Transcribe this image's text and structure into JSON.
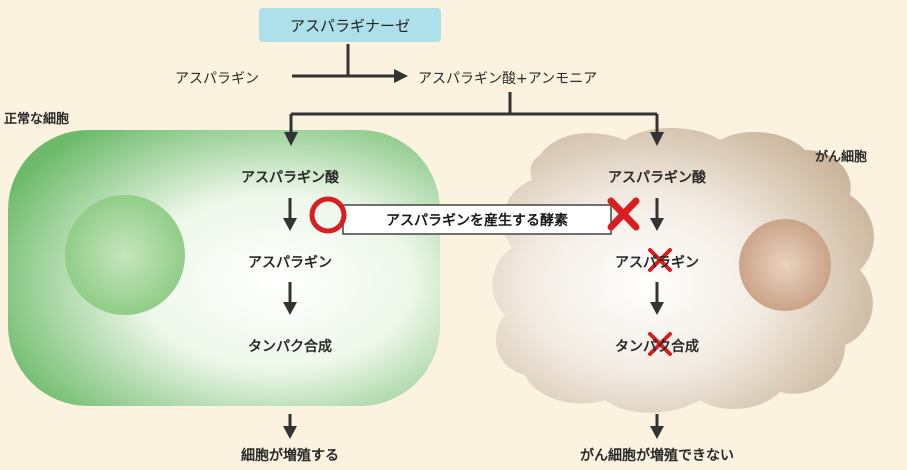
{
  "enzyme_label": "アスパラギナーゼ",
  "reaction": {
    "substrate": "アスパラギン",
    "products": "アスパラギン酸+アンモニア"
  },
  "normal_cell": {
    "title": "正常な細胞",
    "step1": "アスパラギン酸",
    "step2": "アスパラギン",
    "step3": "タンパク合成",
    "result": "細胞が増殖する"
  },
  "cancer_cell": {
    "title": "がん細胞",
    "step1": "アスパラギン酸",
    "step2": "アスパラギン",
    "step3": "タンパク合成",
    "result": "がん細胞が増殖できない"
  },
  "producing_enzyme": "アスパラギンを産生する酵素",
  "colors": {
    "enzyme_box": "#aee0ec",
    "normal_cell": "#6dbb6a",
    "cancer_cell": "#c4ad90",
    "mark_red": "#d81e1e",
    "background": "#fbf3df"
  }
}
